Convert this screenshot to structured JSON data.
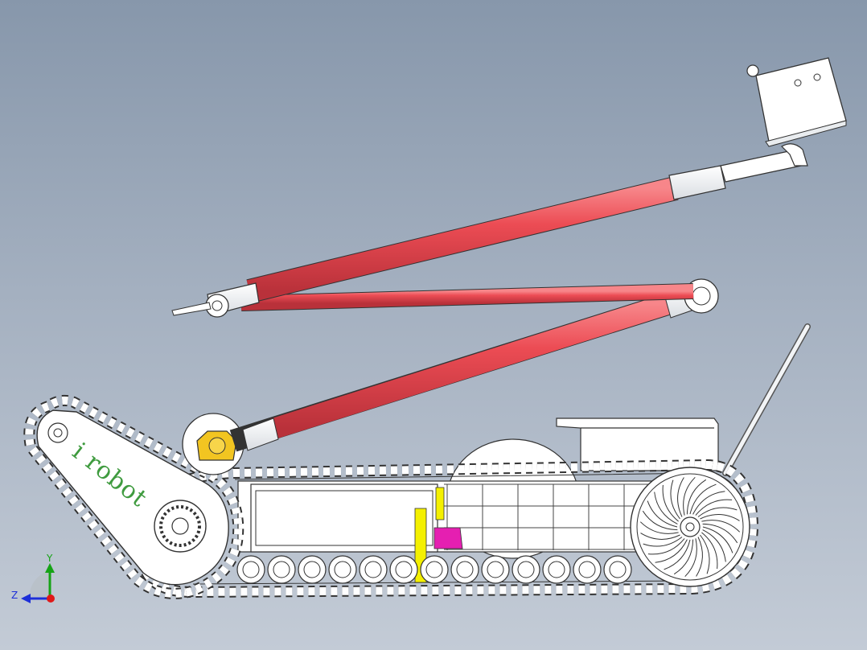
{
  "scene": {
    "logo_text": "i robot",
    "colors": {
      "arm": "#e8454d",
      "arm_dark": "#b52d35",
      "bracket": "#f2c521",
      "yellow_part": "#f4f000",
      "magenta_part": "#e51fb1",
      "outline": "#3a3a3a",
      "part_fill": "#ffffff"
    }
  },
  "triad": {
    "y_label": "Y",
    "z_label": "Z",
    "y_color": "#16a316",
    "z_color": "#1d2fd8",
    "origin_color": "#e01818"
  }
}
